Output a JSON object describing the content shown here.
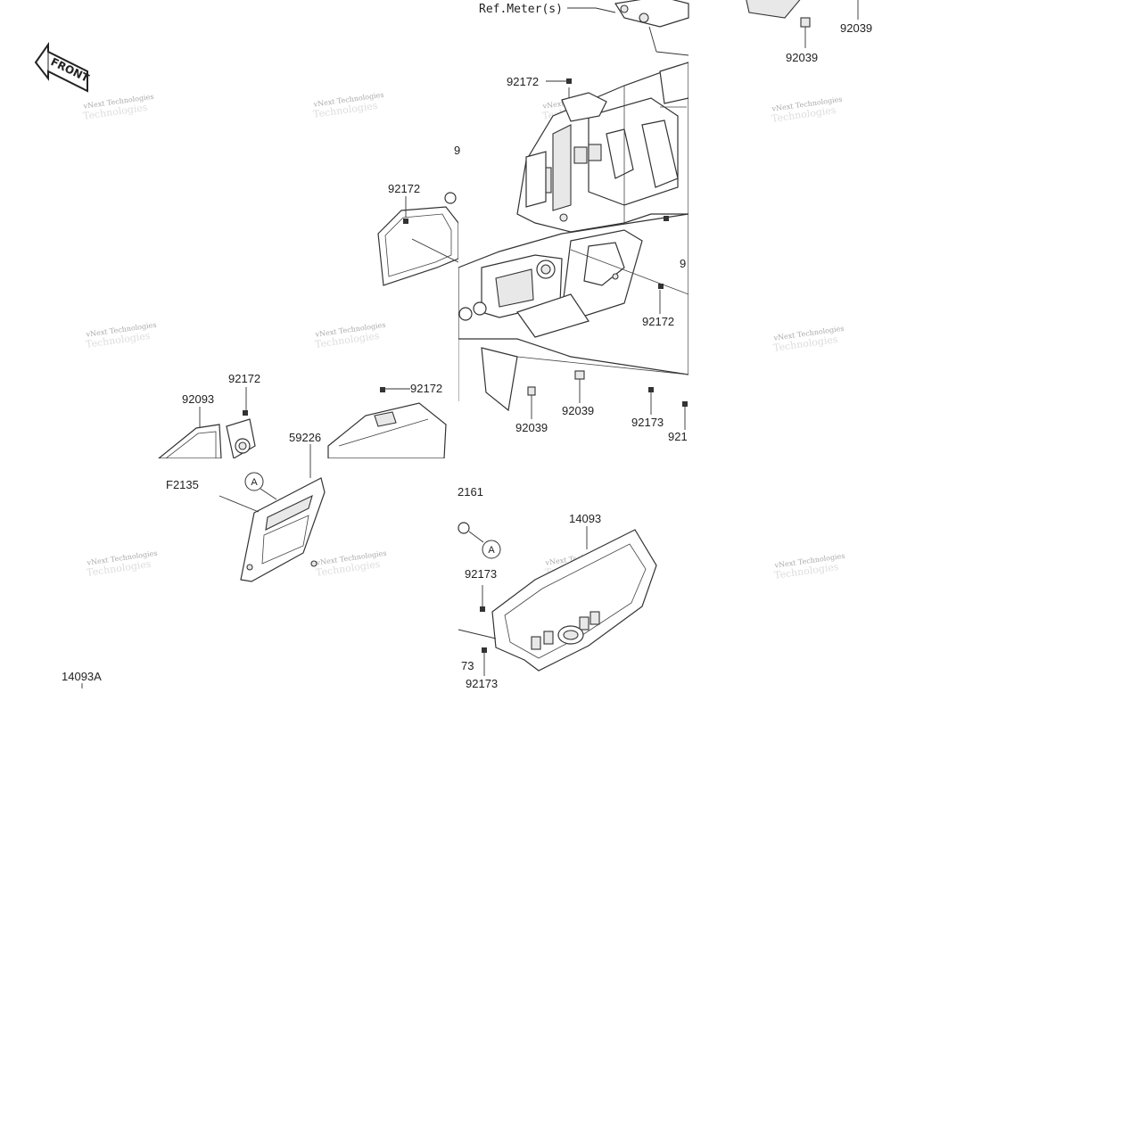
{
  "colors": {
    "line": "#333333",
    "background": "#ffffff",
    "watermark": "#aaaaaa"
  },
  "front_badge": {
    "text": "FRONT",
    "icon": "front-arrow-icon"
  },
  "ref_meter": {
    "text": "Ref.Meter(s)"
  },
  "callouts": {
    "c92039_a": "92039",
    "c92039_b": "92039",
    "c92172_a": "92172",
    "c9_a": "9",
    "c92172_b": "92172",
    "c9_b": "9",
    "c92172_c": "92172",
    "c92172_d": "92172",
    "c92093": "92093",
    "c92172_e": "92172",
    "c59226": "59226",
    "c92039_c": "92039",
    "c92039_d": "92039",
    "c92173_a": "92173",
    "c921_a": "921",
    "cF2135": "F2135",
    "c2161": "2161",
    "c14093": "14093",
    "c92173_b": "92173",
    "c73": "73",
    "c92173_c": "92173",
    "c14093A": "14093A"
  },
  "markers": {
    "A1": "A",
    "A2": "A"
  },
  "watermark": {
    "line1": "vNext Technologies",
    "line2": "Technologies"
  }
}
